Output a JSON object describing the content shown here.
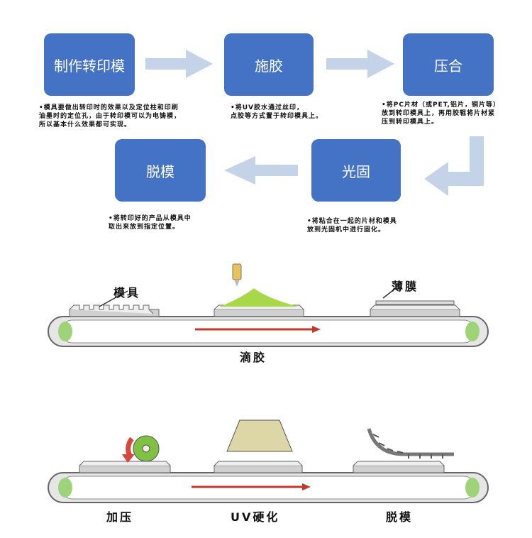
{
  "flow": {
    "steps": [
      {
        "label": "制作转印模"
      },
      {
        "label": "施胶"
      },
      {
        "label": "压合"
      },
      {
        "label": "光固"
      },
      {
        "label": "脱模"
      }
    ],
    "notes": [
      "•模具要做出转印时的效果以及定位柱和印刷\n油墨时的定位孔，由于转印模可以为电铸模，\n所以基本什么效果都可实现。",
      "•将UV胶水通过丝印，\n点胶等方式置于转印模具上。",
      "•将PC片材（或PET,铝片，铜片等）\n放到转印模具上，再用胶辊将片材紧\n压到转印模具上。",
      "•将粘合在一起的片材和模具\n放到光固机中进行固化。",
      "•将转印好的产品从模具中\n取出来放到指定位置。"
    ]
  },
  "illustration": {
    "top_labels": {
      "mold": "模具",
      "film": "薄膜",
      "glue": "滴胶"
    },
    "bottom_labels": {
      "press": "加压",
      "uv": "UV硬化",
      "demold": "脱模"
    }
  },
  "colors": {
    "box": "#4472c4",
    "arrow": "#c5d3e8",
    "belt_arrow": "#c0392b",
    "glue": "#a8d84a",
    "roller": "#7fc241"
  }
}
